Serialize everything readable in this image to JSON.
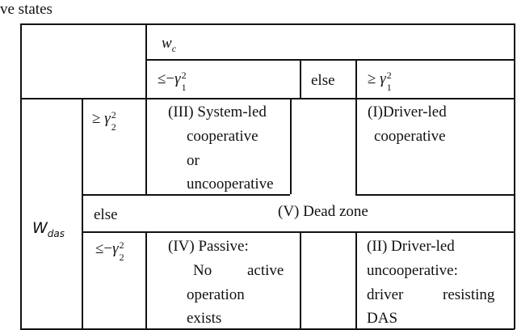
{
  "caption_fragment": "ve states",
  "header": {
    "wc": {
      "base": "w",
      "sub": "c"
    },
    "col_neg": {
      "prefix": "≤−",
      "sym": "γ",
      "sup": "2",
      "sub": "1"
    },
    "col_else": "else",
    "col_pos": {
      "prefix": "≥ ",
      "sym": "γ",
      "sup": "2",
      "sub": "1"
    }
  },
  "rows": {
    "wdas": {
      "base": "W",
      "sub": "das"
    },
    "row_pos": {
      "prefix": "≥ ",
      "sym": "γ",
      "sup": "2",
      "sub": "2"
    },
    "row_else": "else",
    "row_neg": {
      "prefix": "≤−",
      "sym": "γ",
      "sup": "2",
      "sub": "2"
    }
  },
  "cells": {
    "iii": [
      "(III) System-led",
      "cooperative",
      "or",
      "uncooperative"
    ],
    "i": [
      "(I)Driver-led",
      "cooperative"
    ],
    "v": "(V) Dead zone",
    "iv_l1": "(IV) Passive:",
    "iv_l2a": "No",
    "iv_l2b": "active",
    "iv_l3": "operation",
    "iv_l4": "exists",
    "ii_l1": "(II) Driver-led",
    "ii_l2": "uncooperative:",
    "ii_l3a": "driver",
    "ii_l3b": "resisting",
    "ii_l4": "DAS"
  }
}
